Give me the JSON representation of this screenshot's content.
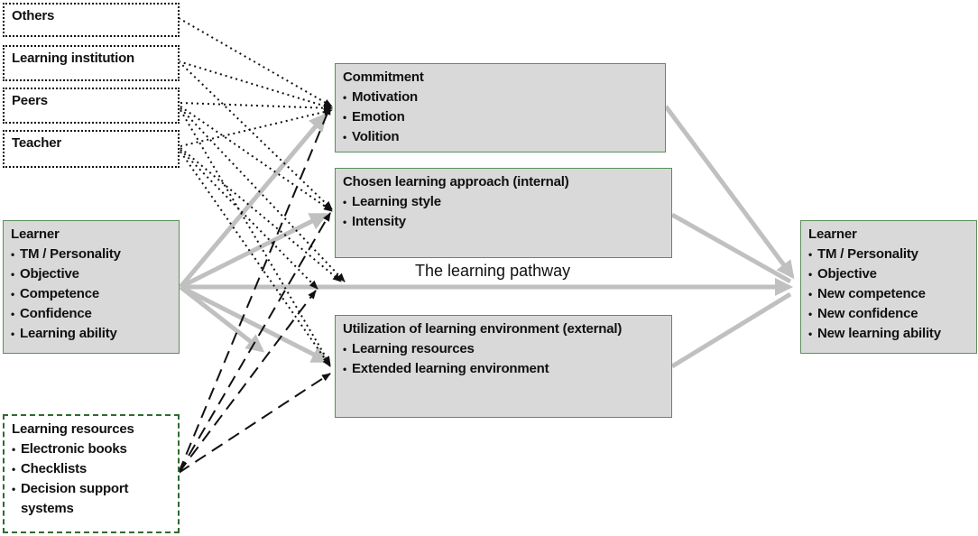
{
  "external_boxes": {
    "others": "Others",
    "learning_institution": "Learning institution",
    "peers": "Peers",
    "teacher": "Teacher"
  },
  "learner_left": {
    "title": "Learner",
    "items": [
      "TM / Personality",
      "Objective",
      "Competence",
      "Confidence",
      "Learning ability"
    ]
  },
  "learning_resources": {
    "title": "Learning resources",
    "items": [
      "Electronic books",
      "Checklists",
      "Decision support systems"
    ]
  },
  "commitment": {
    "title": "Commitment",
    "items": [
      "Motivation",
      "Emotion",
      "Volition"
    ]
  },
  "chosen_approach": {
    "title": "Chosen learning approach (internal)",
    "items": [
      "Learning style",
      "Intensity"
    ]
  },
  "utilization": {
    "title": "Utilization of learning environment (external)",
    "items": [
      "Learning resources",
      "Extended learning environment"
    ]
  },
  "learner_right": {
    "title": "Learner",
    "items": [
      "TM / Personality",
      "Objective",
      "New competence",
      "New confidence",
      "New learning ability"
    ]
  },
  "pathway_label": "The learning pathway",
  "colors": {
    "box_fill": "#d9d9d9",
    "box_border": "#5a8f5a",
    "grey_arrow": "#c0c0c0",
    "ink": "#111111",
    "dashed_border": "#2f6b2f"
  }
}
